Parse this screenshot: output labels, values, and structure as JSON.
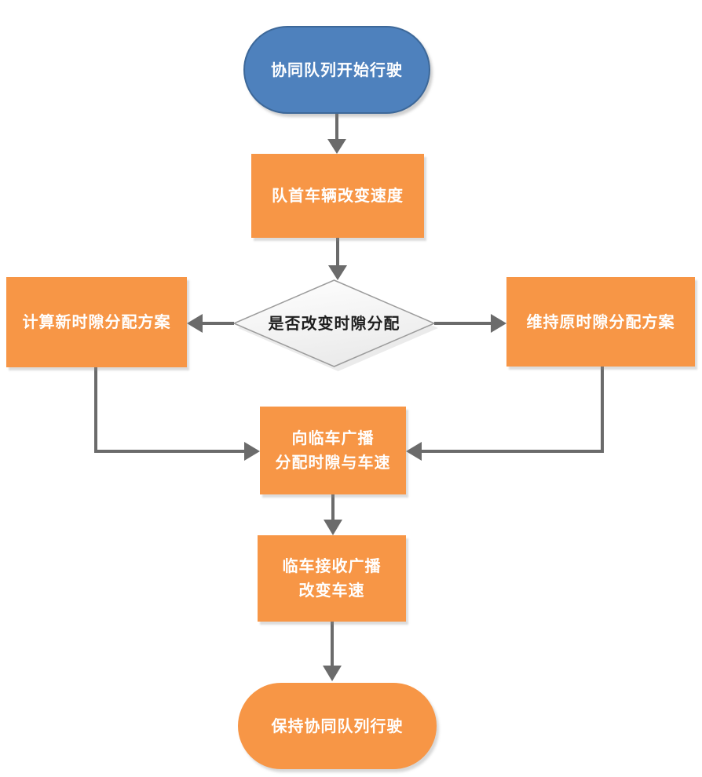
{
  "diagram": {
    "type": "flowchart",
    "background": "#FFFFFF",
    "colors": {
      "start_fill": "#4E81BD",
      "process_fill": "#F79646",
      "decision_fill": "#FFFFFF",
      "decision_border": "#9C9C9C",
      "connector": "#6B6B6B",
      "text_on_fill": "#FFFFFF",
      "decision_text": "#1E1E1E"
    },
    "nodes": {
      "start": {
        "label": "协同队列开始行驶",
        "shape": "stadium"
      },
      "leader_change_speed": {
        "label": "队首车辆改变速度",
        "shape": "process"
      },
      "decision": {
        "label": "是否改变时隙分配",
        "shape": "decision"
      },
      "compute_new_plan": {
        "label": "计算新时隙分配方案",
        "shape": "process"
      },
      "keep_old_plan": {
        "label": "维持原时隙分配方案",
        "shape": "process"
      },
      "broadcast": {
        "label": "向临车广播\n分配时隙与车速",
        "shape": "process"
      },
      "receive": {
        "label": "临车接收广播\n改变车速",
        "shape": "process"
      },
      "end": {
        "label": "保持协同队列行驶",
        "shape": "stadium"
      }
    }
  }
}
